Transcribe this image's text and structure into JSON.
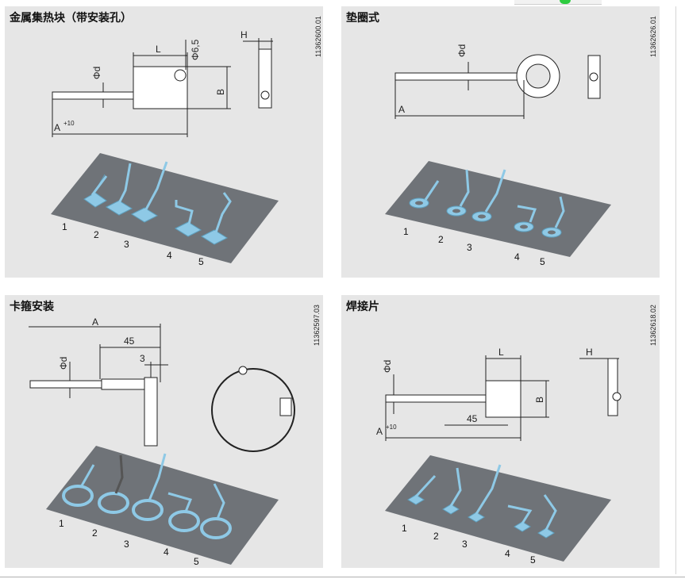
{
  "panels": [
    {
      "title": "金属集热块（带安装孔）",
      "code": "11362600.01",
      "dims": {
        "A": "A",
        "A_sup": "+10",
        "d": "Φd",
        "L": "L",
        "hole": "Φ6,5",
        "B": "B",
        "H": "H"
      },
      "variants": [
        "1",
        "2",
        "3",
        "4",
        "5"
      ]
    },
    {
      "title": "垫圈式",
      "code": "11362626.01",
      "dims": {
        "d": "Φd",
        "A": "A"
      },
      "variants": [
        "1",
        "2",
        "3",
        "4",
        "5"
      ]
    },
    {
      "title": "卡箍安装",
      "code": "11362597.03",
      "dims": {
        "A": "A",
        "len45": "45",
        "len3": "3",
        "d": "Φd"
      },
      "variants": [
        "1",
        "2",
        "3",
        "4",
        "5"
      ]
    },
    {
      "title": "焊接片",
      "code": "11362618.02",
      "dims": {
        "L": "L",
        "H": "H",
        "d": "Φd",
        "B": "B",
        "len45": "45",
        "A": "A",
        "A_sup": "+10"
      },
      "variants": [
        "1",
        "2",
        "3",
        "4",
        "5"
      ]
    }
  ],
  "colors": {
    "panel_bg": "#e6e6e6",
    "plate": "#6f7378",
    "sensor": "#8ec9e6"
  }
}
